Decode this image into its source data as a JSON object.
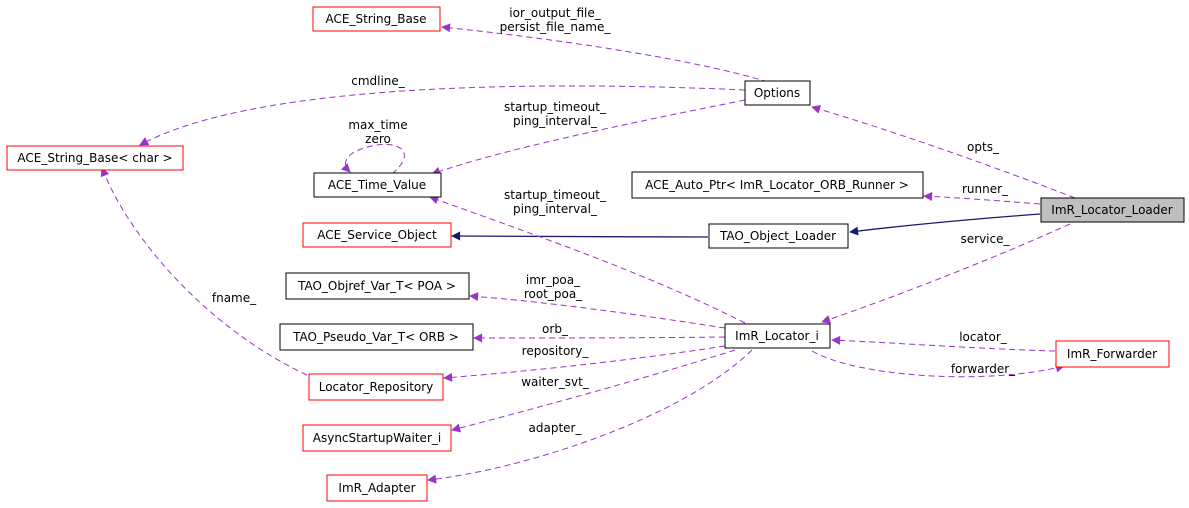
{
  "colors": {
    "usage_edge": "#9a32cd",
    "inherit_edge": "#191970",
    "class_border_default": "#000000",
    "class_border_incomplete": "#ff0000",
    "highlight_fill": "#bfbfbf"
  },
  "nodes": {
    "ace_string_base": "ACE_String_Base",
    "ace_string_base_char": "ACE_String_Base< char >",
    "options": "Options",
    "ace_time_value": "ACE_Time_Value",
    "ace_auto_ptr": "ACE_Auto_Ptr< ImR_Locator_ORB_Runner >",
    "imr_locator_loader": "ImR_Locator_Loader",
    "ace_service_object": "ACE_Service_Object",
    "tao_object_loader": "TAO_Object_Loader",
    "tao_objref_var": "TAO_Objref_Var_T< POA >",
    "tao_pseudo_var": "TAO_Pseudo_Var_T< ORB >",
    "imr_locator_i": "ImR_Locator_i",
    "imr_forwarder": "ImR_Forwarder",
    "locator_repository": "Locator_Repository",
    "async_startup_waiter": "AsyncStartupWaiter_i",
    "imr_adapter": "ImR_Adapter"
  },
  "edge_labels": {
    "ior_output_file": "ior_output_file_",
    "persist_file_name": "persist_file_name_",
    "cmdline": "cmdline_",
    "options_startup_timeout": "startup_timeout_",
    "options_ping_interval": "ping_interval_",
    "max_time": "max_time",
    "zero": "zero",
    "locator_startup_timeout": "startup_timeout_",
    "locator_ping_interval": "ping_interval_",
    "opts": "opts_",
    "runner": "runner_",
    "service": "service_",
    "imr_poa": "imr_poa_",
    "root_poa": "root_poa_",
    "orb": "orb_",
    "repository": "repository_",
    "waiter_svt": "waiter_svt_",
    "adapter": "adapter_",
    "fname": "fname_",
    "locator": "locator_",
    "forwarder": "forwarder_"
  }
}
